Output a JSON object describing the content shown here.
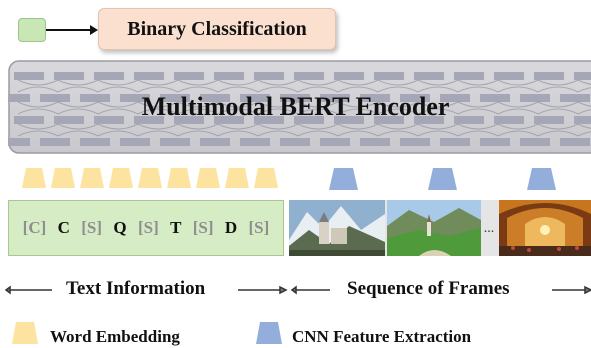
{
  "output": {
    "label": "Binary Classification"
  },
  "encoder": {
    "title": "Multimodal BERT Encoder"
  },
  "text_tokens": [
    {
      "text": "[C]",
      "style": "special"
    },
    {
      "text": "C",
      "style": "word"
    },
    {
      "text": "[S]",
      "style": "special"
    },
    {
      "text": "Q",
      "style": "word"
    },
    {
      "text": "[S]",
      "style": "special"
    },
    {
      "text": "T",
      "style": "word"
    },
    {
      "text": "[S]",
      "style": "special"
    },
    {
      "text": "D",
      "style": "word"
    },
    {
      "text": "[S]",
      "style": "special"
    }
  ],
  "frames": {
    "ellipsis": "..."
  },
  "sections": {
    "text_info": "Text Information",
    "frames": "Sequence of Frames"
  },
  "legend": {
    "word_embedding": "Word Embedding",
    "cnn_feature": "CNN Feature Extraction"
  },
  "colors": {
    "cls_token": "#c9e7b4",
    "output_box": "#fbe0d0",
    "encoder_bg": "#d4d4d8",
    "word_embedding": "#fde3a0",
    "cnn_feature": "#93aedb",
    "text_box": "#d5ecc4"
  }
}
